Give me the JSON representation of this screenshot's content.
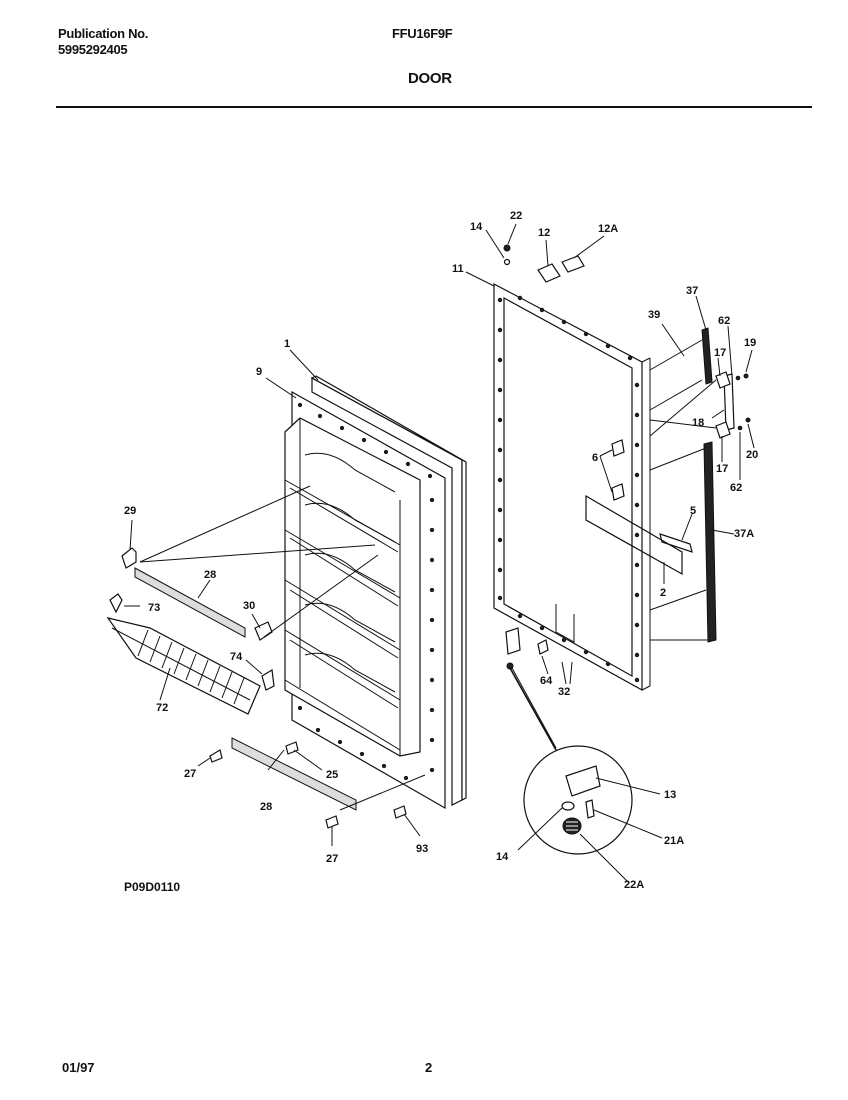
{
  "header": {
    "publication_label": "Publication No.",
    "publication_number": "5995292405",
    "model": "FFU16F9F",
    "section_title": "DOOR"
  },
  "figure_code": "P09D0110",
  "footer": {
    "date": "01/97",
    "page": "2"
  },
  "callouts": {
    "c1": "1",
    "c9": "9",
    "c29": "29",
    "c28a": "28",
    "c73": "73",
    "c30": "30",
    "c74": "74",
    "c72": "72",
    "c27a": "27",
    "c25": "25",
    "c28b": "28",
    "c27b": "27",
    "c93": "93",
    "c14a": "14",
    "c22": "22",
    "c12": "12",
    "c12A": "12A",
    "c11": "11",
    "c37": "37",
    "c39": "39",
    "c62a": "62",
    "c19": "19",
    "c17a": "17",
    "c18": "18",
    "c17b": "17",
    "c20": "20",
    "c62b": "62",
    "c6": "6",
    "c5": "5",
    "c37A": "37A",
    "c2": "2",
    "c64": "64",
    "c32": "32",
    "c13": "13",
    "c21A": "21A",
    "c14b": "14",
    "c22A": "22A"
  }
}
